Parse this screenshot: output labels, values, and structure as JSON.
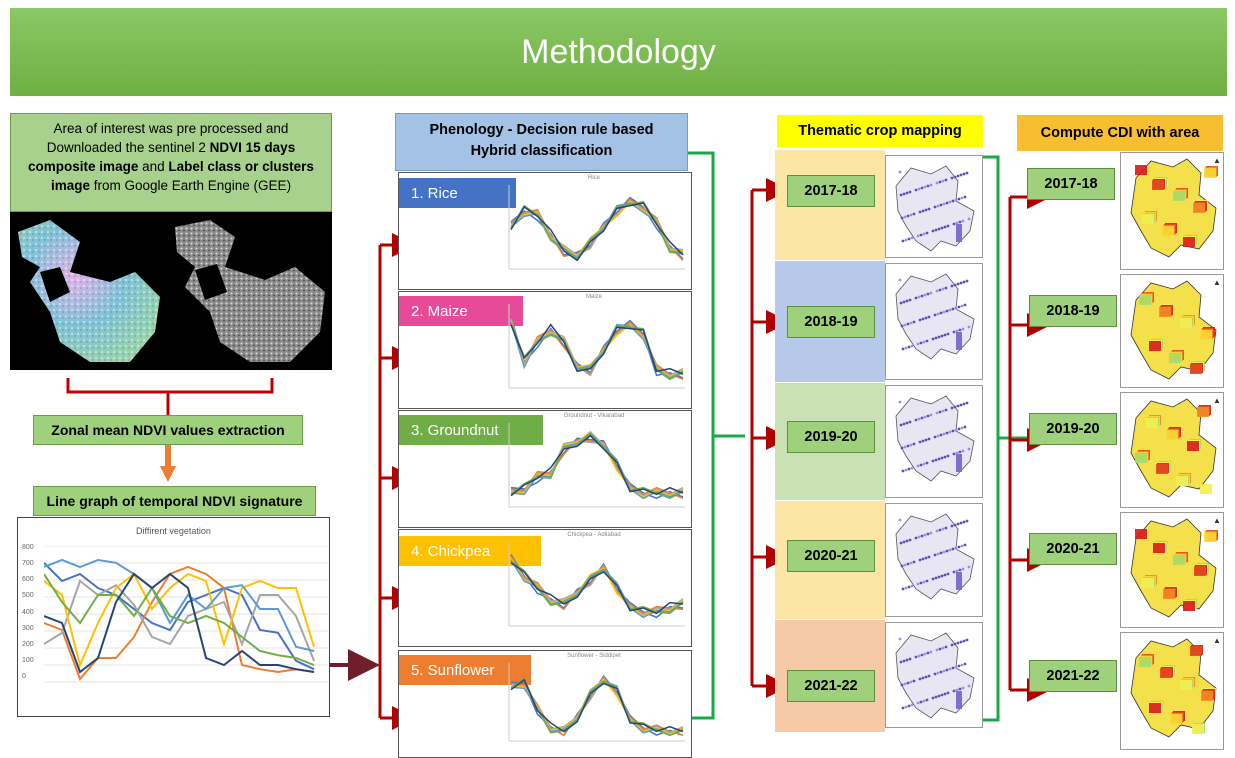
{
  "title": "Methodology",
  "aoi": {
    "line1": "Area of interest was pre processed and",
    "line2a": "Downloaded the  sentinel 2 ",
    "line2b": " NDVI 15 days",
    "line3b": "composite image",
    "line3c": " and ",
    "line3d": "Label class or clusters",
    "line4b": "image",
    "line4c": " from Google Earth Engine (GEE)"
  },
  "zonal": "Zonal mean NDVI values extraction",
  "linegraph": "Line graph of temporal NDVI signature",
  "big_chart_title": "Diffirent vegetation",
  "big_chart_yticks": [
    "800",
    "700",
    "600",
    "500",
    "400",
    "300",
    "200",
    "100",
    "0"
  ],
  "phenology_title_1": "Phenology - Decision rule based",
  "phenology_title_2": "Hybrid classification",
  "crops": [
    {
      "label": "1. Rice",
      "color": "#4472c4",
      "chart_title": "Rice"
    },
    {
      "label": "2. Maize",
      "color": "#e84a9a",
      "chart_title": "Maize"
    },
    {
      "label": "3. Groundnut",
      "color": "#70ad47",
      "chart_title": "Groundnut - Vikarabad"
    },
    {
      "label": "4. Chickpea",
      "color": "#ffc000",
      "chart_title": "Chickpea - Adilabad"
    },
    {
      "label": "5. Sunflower",
      "color": "#ed7d31",
      "chart_title": "Sunflower - Siddipet"
    }
  ],
  "thematic_title": "Thematic crop mapping",
  "cdi_title": "Compute CDI with area",
  "years": [
    "2017-18",
    "2018-19",
    "2019-20",
    "2020-21",
    "2021-22"
  ],
  "band_colors": [
    "#fde5a5",
    "#b7c9e8",
    "#c9e1b3",
    "#fde5a5",
    "#f6c9a7"
  ],
  "map_titles": [
    "Thematic crop map 2017-18",
    "Thematic crop map 2018-19",
    "Thematic crop map 2019-20",
    "Thematic crop map 2020-21",
    "Thematic crop map 2021-22"
  ],
  "arrow_color": "#b00000",
  "bracket_color": "#1aa84a"
}
